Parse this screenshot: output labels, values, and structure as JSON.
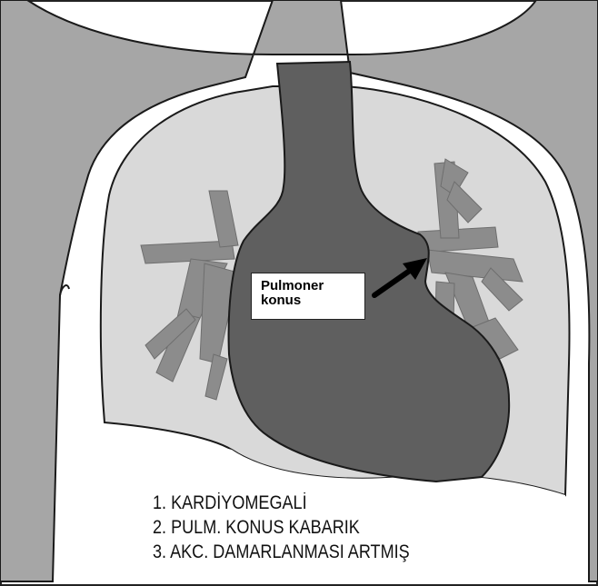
{
  "annotation": {
    "line1": "Pulmoner",
    "line2": "konus"
  },
  "findings": [
    "1. KARDİYOMEGALİ",
    "2. PULM. KONUS KABARIK",
    "3. AKC. DAMARLANMASI ARTMIŞ"
  ],
  "colors": {
    "body": "#a6a6a6",
    "lung": "#d9d9d9",
    "heart": "#5f5f5f",
    "vessels": "#8c8c8c",
    "outline": "#1a1a1a"
  }
}
